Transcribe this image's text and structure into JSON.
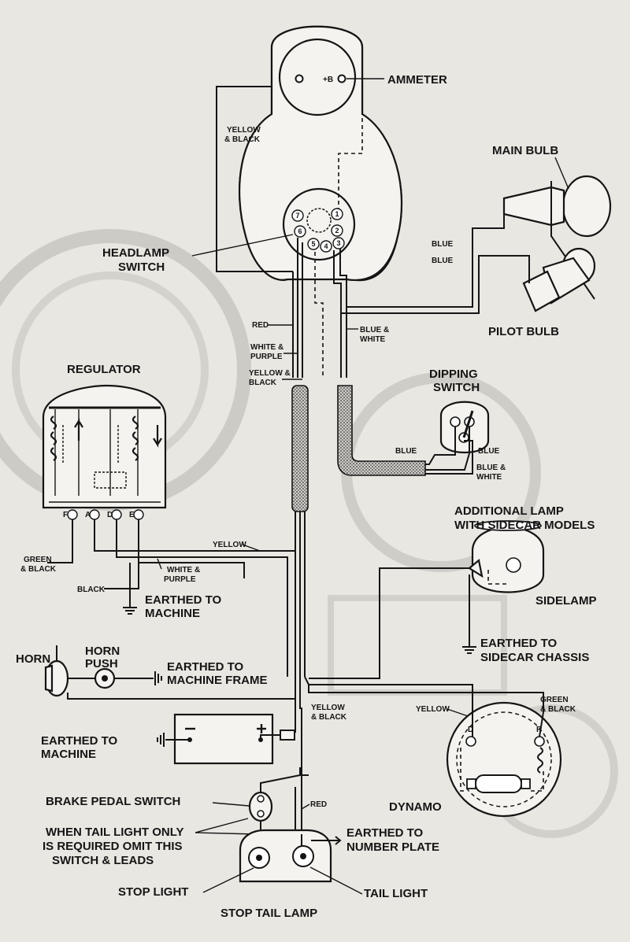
{
  "labels": {
    "ammeter": "AMMETER",
    "ammeter_terminal": "+B",
    "yellow_black_top": [
      "YELLOW",
      "& BLACK"
    ],
    "main_bulb": "MAIN BULB",
    "blue1": "BLUE",
    "blue2": "BLUE",
    "pilot_bulb": "PILOT BULB",
    "headlamp_switch": [
      "HEADLAMP",
      "SWITCH"
    ],
    "switch_terminals": [
      "7",
      "1",
      "6",
      "2",
      "5",
      "4",
      "3"
    ],
    "red_top": "RED",
    "white_purple_top": [
      "WHITE &",
      "PURPLE"
    ],
    "yellow_black_mid": [
      "YELLOW &",
      "BLACK"
    ],
    "blue_white_top": [
      "BLUE &",
      "WHITE"
    ],
    "regulator": "REGULATOR",
    "regulator_terminals": [
      "F",
      "A",
      "D",
      "E"
    ],
    "dipping_switch": [
      "DIPPING",
      "SWITCH"
    ],
    "blue_left": "BLUE",
    "blue_right": "BLUE",
    "blue_white_dip": [
      "BLUE &",
      "WHITE"
    ],
    "additional_lamp": [
      "ADDITIONAL LAMP",
      "WITH SIDECAR MODELS"
    ],
    "sidelamp": "SIDELAMP",
    "green_black_left": [
      "GREEN",
      "& BLACK"
    ],
    "yellow_mid": "YELLOW",
    "white_purple_mid": [
      "WHITE &",
      "PURPLE"
    ],
    "black": "BLACK",
    "earthed_machine_1": [
      "EARTHED TO",
      "MACHINE"
    ],
    "earthed_sidecar": [
      "EARTHED TO",
      "SIDECAR CHASSIS"
    ],
    "horn": "HORN",
    "horn_push": [
      "HORN",
      "PUSH"
    ],
    "earthed_frame": [
      "EARTHED TO",
      "MACHINE FRAME"
    ],
    "yellow_black_low": [
      "YELLOW",
      "& BLACK"
    ],
    "yellow_dynamo": "YELLOW",
    "green_black_dynamo": [
      "GREEN",
      "& BLACK"
    ],
    "earthed_machine_2": [
      "EARTHED TO",
      "MACHINE"
    ],
    "battery_plus": "+",
    "battery_minus": "−",
    "dynamo_terminals": [
      "D",
      "F"
    ],
    "dynamo": "DYNAMO",
    "brake_pedal_switch": "BRAKE PEDAL SWITCH",
    "red_low": "RED",
    "tail_light_note": [
      "WHEN TAIL LIGHT ONLY",
      "IS REQUIRED OMIT THIS",
      "SWITCH & LEADS"
    ],
    "earthed_number_plate": [
      "EARTHED TO",
      "NUMBER PLATE"
    ],
    "stop_light": "STOP LIGHT",
    "tail_light": "TAIL LIGHT",
    "stop_tail_lamp": "STOP TAIL LAMP"
  },
  "icons": [
    "ammeter-icon",
    "headlamp-switch-icon",
    "bulb-icon",
    "regulator-icon",
    "dipping-switch-icon",
    "sidelamp-icon",
    "horn-icon",
    "battery-icon",
    "dynamo-icon",
    "earth-icon",
    "brake-switch-icon",
    "stop-tail-lamp-icon"
  ],
  "colors": {
    "ink": "#151515",
    "paper": "#e9e7e2",
    "part_fill": "#f4f3ef"
  }
}
